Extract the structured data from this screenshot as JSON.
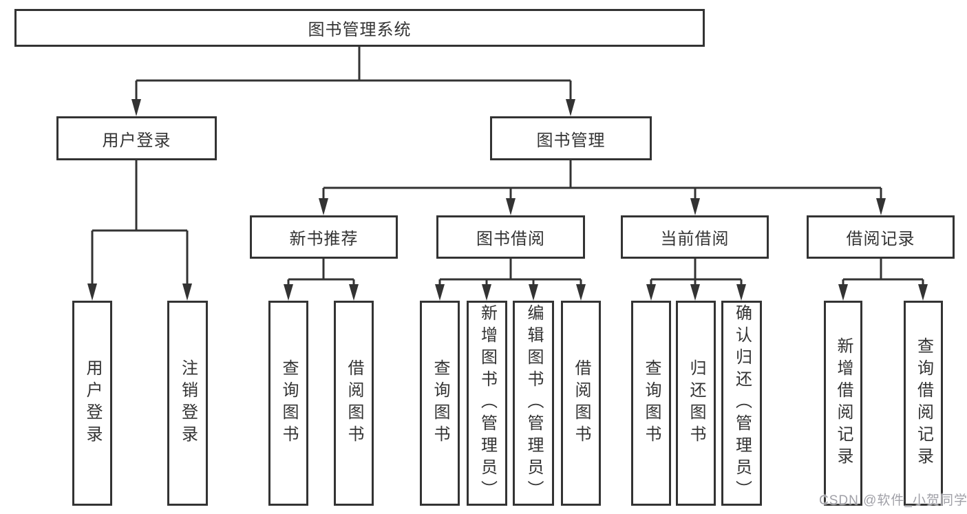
{
  "nodes": {
    "root": {
      "label": "图书管理系统"
    },
    "level2": {
      "user_login": {
        "label": "用户登录"
      },
      "book_management": {
        "label": "图书管理"
      }
    },
    "level3": {
      "new_book_recommend": {
        "label": "新书推荐"
      },
      "book_borrowing": {
        "label": "图书借阅"
      },
      "current_borrowing": {
        "label": "当前借阅"
      },
      "borrow_records": {
        "label": "借阅记录"
      }
    },
    "level4": {
      "user_login_children": {
        "login": {
          "label": "用户登录"
        },
        "logout": {
          "label": "注销登录"
        }
      },
      "new_book_recommend_children": {
        "query_books": {
          "label": "查询图书"
        },
        "borrow_books": {
          "label": "借阅图书"
        }
      },
      "book_borrowing_children": {
        "query_books": {
          "label": "查询图书"
        },
        "add_books_admin": {
          "label": "新增图书（管理员）"
        },
        "edit_books_admin": {
          "label": "编辑图书（管理员）"
        },
        "borrow_books": {
          "label": "借阅图书"
        }
      },
      "current_borrowing_children": {
        "query_books": {
          "label": "查询图书"
        },
        "return_books": {
          "label": "归还图书"
        },
        "confirm_return_admin": {
          "label": "确认归还（管理员）"
        }
      },
      "borrow_records_children": {
        "add_record": {
          "label": "新增借阅记录"
        },
        "query_record": {
          "label": "查询借阅记录"
        }
      }
    }
  },
  "watermark": "CSDN @软件_小贺同学",
  "colors": {
    "line": "#333333",
    "box_border": "#333333",
    "box_fill": "#ffffff",
    "text": "#333333",
    "watermark": "#9898a0"
  }
}
